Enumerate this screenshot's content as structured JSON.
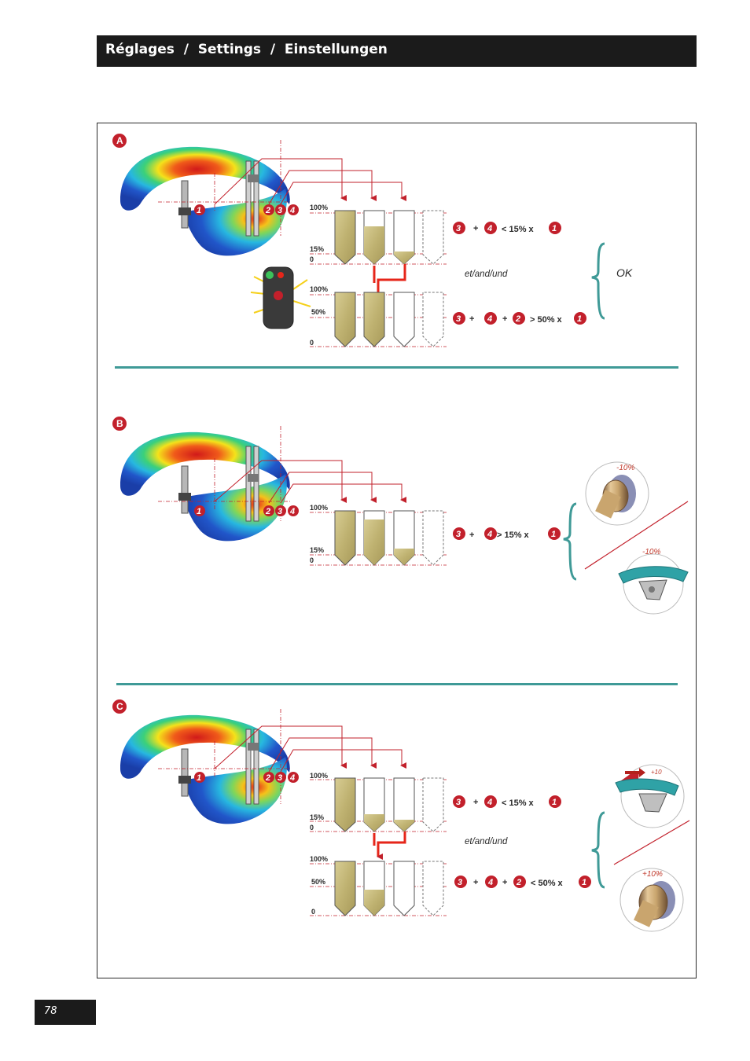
{
  "header": {
    "title": "Réglages  /  Settings  /  Einstellungen"
  },
  "page_number": "78",
  "sections": {
    "a": {
      "letter": "A",
      "scale_top": {
        "full": "100%",
        "mid": "15%",
        "zero": "0"
      },
      "scale_bottom": {
        "full": "100%",
        "mid": "50%",
        "zero": "0"
      },
      "rule1": {
        "t1": "3",
        "plus1": "+",
        "t2": "4",
        "text": "< 15% x",
        "t3": "1"
      },
      "connector": "et/and/und",
      "rule2": {
        "t1": "3",
        "plus1": "+",
        "t2": "4",
        "plus2": "+",
        "t3": "2",
        "text": "> 50% x",
        "t4": "1"
      },
      "result": "OK"
    },
    "b": {
      "letter": "B",
      "scale": {
        "full": "100%",
        "mid": "15%",
        "zero": "0"
      },
      "rule1": {
        "t1": "3",
        "plus1": "+",
        "t2": "4",
        "text": "> 15% x",
        "t3": "1"
      },
      "adj_top": "-10%",
      "adj_bottom": "-10%"
    },
    "c": {
      "letter": "C",
      "scale_top": {
        "full": "100%",
        "mid": "15%",
        "zero": "0"
      },
      "scale_bottom": {
        "full": "100%",
        "mid": "50%",
        "zero": "0"
      },
      "rule1": {
        "t1": "3",
        "plus1": "+",
        "t2": "4",
        "text": "< 15% x",
        "t3": "1"
      },
      "connector": "et/and/und",
      "rule2": {
        "t1": "3",
        "plus1": "+",
        "t2": "4",
        "plus2": "+",
        "t3": "2",
        "text": "< 50% x",
        "t4": "1"
      },
      "adj_top": "+10",
      "adj_bottom": "+10%"
    },
    "diagram_markers": {
      "m1": "1",
      "m2": "2",
      "m3": "3",
      "m4": "4"
    }
  },
  "colors": {
    "accent": "#3f9a97",
    "marker": "#c2202b",
    "header_bg": "#1b1b1b"
  }
}
